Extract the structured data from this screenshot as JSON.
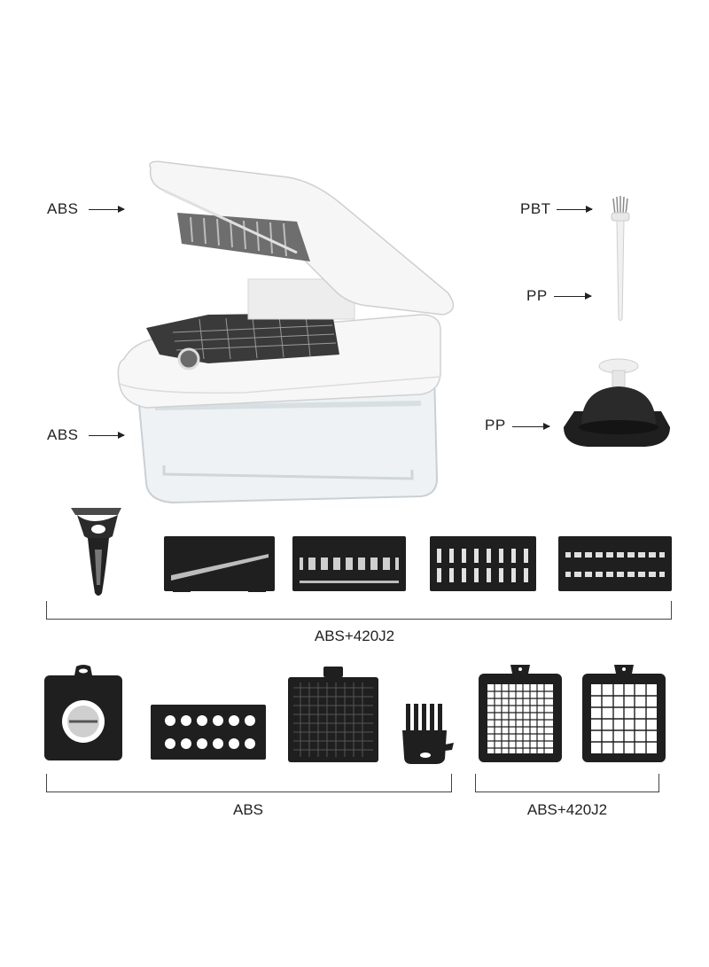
{
  "labels": {
    "lid_material": "ABS",
    "container_material": "ABS",
    "brush_head_material": "PBT",
    "brush_handle_material": "PP",
    "pusher_material": "PP"
  },
  "groups": {
    "blades_row_caption": "ABS+420J2",
    "accessories_caption": "ABS",
    "grids_caption": "ABS+420J2"
  },
  "colors": {
    "accessory_black": "#1f1f1f",
    "body_white": "#f4f4f4",
    "container_clear": "#e9eef1"
  }
}
